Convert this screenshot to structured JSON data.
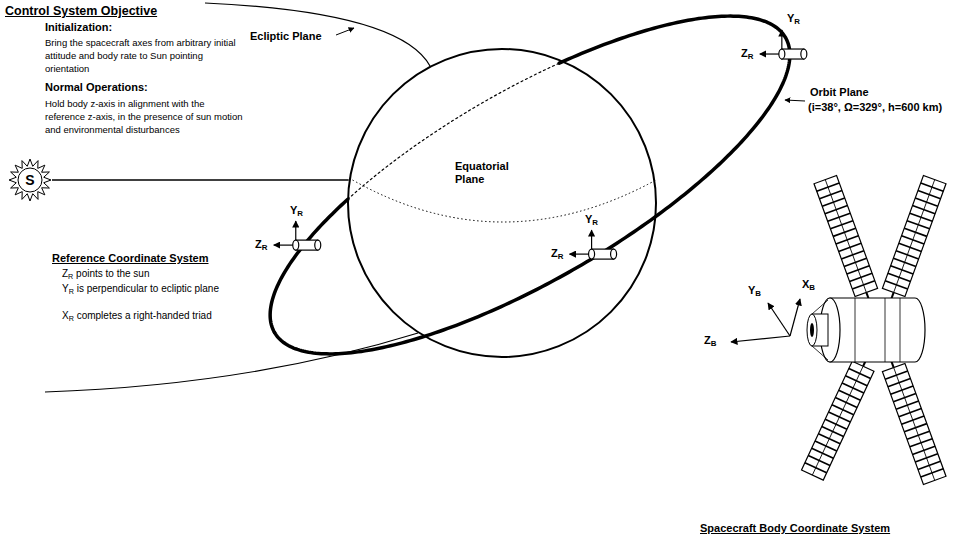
{
  "diagram": {
    "nodes": [
      {
        "text": [
          "S"
        ]
      },
      {
        "text": [
          "Equatorial Plane"
        ]
      }
    ],
    "edges": [
      {
        "from": 0,
        "to": 1,
        "arrow": "none"
      }
    ],
    "labels": [
      "Control System Objective",
      "Initialization:",
      "Bring the spacecraft axes from arbitrary initial attitude and body rate to Sun pointing orientation",
      "Normal Operations:",
      "Hold body z-axis in alignment with the reference z-axis, in the presence of sun motion and environmental disturbances",
      "Ecliptic Plane",
      "YR",
      "ZR",
      "Orbit Plane",
      "(i=38°, Ω=329°, h=600 km)",
      "YR",
      "ZR",
      "YR",
      "ZR",
      "Reference Coordinate System",
      "ZR points to the sun",
      "YR is perpendicular to ecliptic plane",
      "XR completes a right-handed triad",
      "YB",
      "XB",
      "ZB",
      "Spacecraft Body Coordinate System"
    ]
  }
}
